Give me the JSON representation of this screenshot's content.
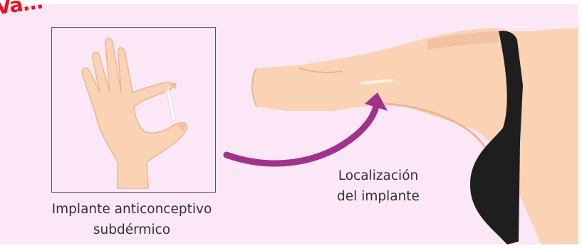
{
  "captions": {
    "implant_line1": "Implante anticonceptivo",
    "implant_line2": "subdérmico",
    "location_line1": "Localización",
    "location_line2": "del implante"
  },
  "stamp_text": "Va...",
  "colors": {
    "background": "#fbe7f6",
    "skin": "#f9d3b4",
    "skin_shadow": "#e9b795",
    "arrow": "#a0328c",
    "bra": "#1e1e1e",
    "stamp": "#e8141c"
  }
}
